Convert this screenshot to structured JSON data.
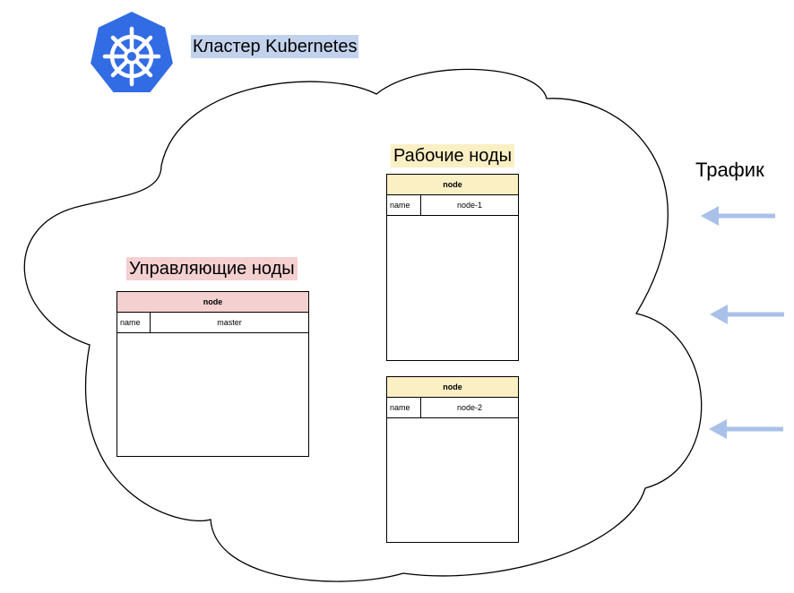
{
  "cluster": {
    "title": "Кластер Kubernetes",
    "logo_icon": "kubernetes-helm-wheel-icon",
    "logo_color": "#326ce5"
  },
  "groups": {
    "control": {
      "title": "Управляющие ноды",
      "color": "#f4d0d0"
    },
    "workers": {
      "title": "Рабочие ноды",
      "color": "#fbefc4"
    }
  },
  "nodes": [
    {
      "header": "node",
      "key": "name",
      "value": "master"
    },
    {
      "header": "node",
      "key": "name",
      "value": "node-1"
    },
    {
      "header": "node",
      "key": "name",
      "value": "node-2"
    }
  ],
  "traffic": {
    "label": "Трафик",
    "arrow_color": "#a9c1e8",
    "arrow_count": 3
  }
}
